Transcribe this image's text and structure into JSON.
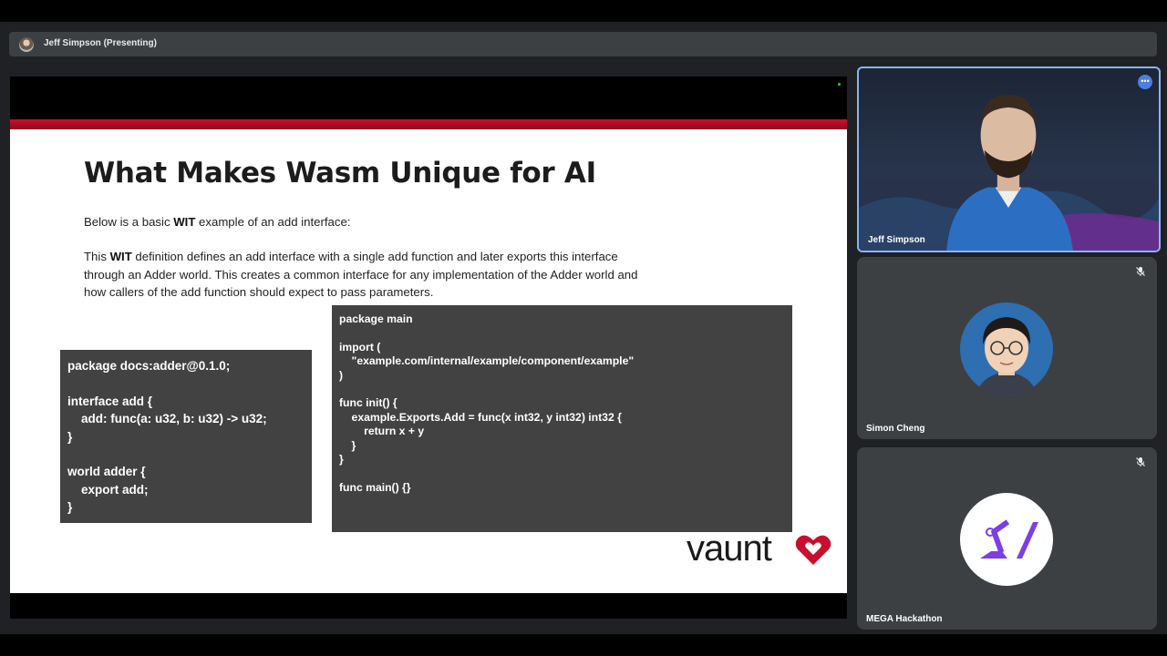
{
  "header": {
    "presenter_label": "Jeff Simpson (Presenting)"
  },
  "slide": {
    "title": "What Makes Wasm Unique for AI",
    "para1_before": "Below is a basic ",
    "para1_bold": "WIT",
    "para1_after": " example of an add interface:",
    "para2_before": "This ",
    "para2_bold": "WIT",
    "para2_line1_after": " definition defines an add interface with a single add function and later exports this interface",
    "para2_line2": "through an Adder world. This creates a common interface for any implementation of the Adder world and",
    "para2_line3": "how callers of the add function should expect to pass parameters.",
    "wit_code": "package docs:adder@0.1.0;\n\ninterface add {\n    add: func(a: u32, b: u32) -> u32;\n}\n\nworld adder {\n    export add;\n}",
    "go_code": "package main\n\nimport (\n    \"example.com/internal/example/component/example\"\n)\n\nfunc init() {\n    example.Exports.Add = func(x int32, y int32) int32 {\n        return x + y\n    }\n}\n\nfunc main() {}",
    "logo_text": "vaunt"
  },
  "participants": [
    {
      "name": "Jeff Simpson",
      "more_icon": "more-horizontal-icon"
    },
    {
      "name": "Simon Cheng",
      "status_icon": "mic-off-icon"
    },
    {
      "name": "MEGA Hackathon",
      "status_icon": "mic-off-icon"
    }
  ],
  "colors": {
    "slide_red": "#c8102e",
    "tile_bg": "#3c4043",
    "active_speaker_border": "#8ab4f8",
    "code_bg": "#424242",
    "hackathon_purple": "#7b3fe4"
  }
}
